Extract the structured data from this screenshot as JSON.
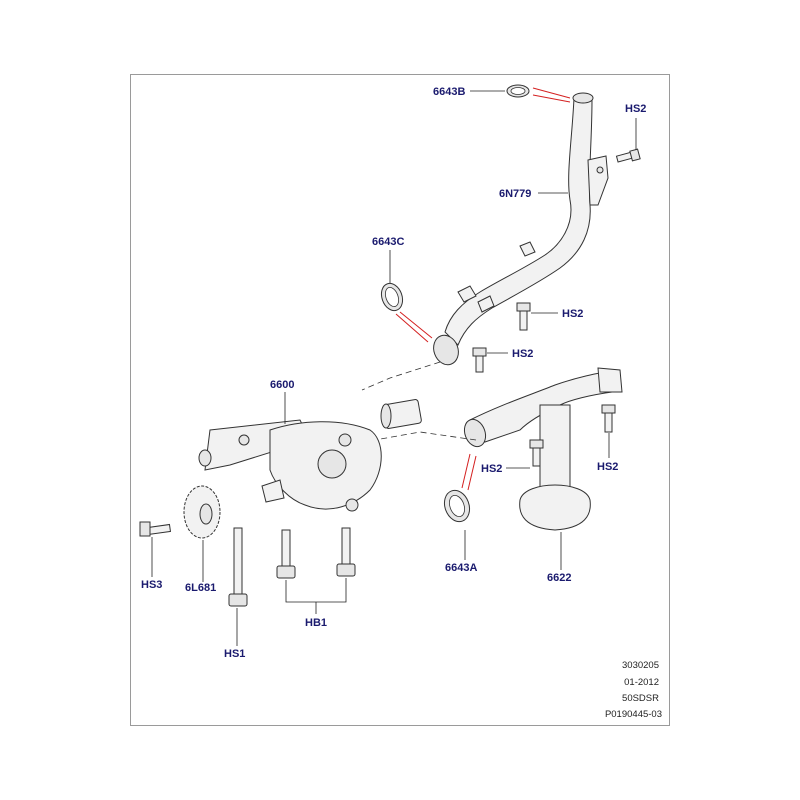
{
  "callouts": {
    "c6643B": "6643B",
    "hs2_top": "HS2",
    "c6N779": "6N779",
    "c6643C": "6643C",
    "hs2_mid1": "HS2",
    "hs2_mid2": "HS2",
    "c6600": "6600",
    "hs2_low1": "HS2",
    "hs2_low2": "HS2",
    "hs3": "HS3",
    "c6L681": "6L681",
    "c6643A": "6643A",
    "c6622": "6622",
    "hb1": "HB1",
    "hs1": "HS1"
  },
  "meta": {
    "line1": "3030205",
    "line2": "01-2012",
    "line3": "50SDSR",
    "line4": "P0190445-03"
  },
  "colors": {
    "callout": "#1a1a6e",
    "leader_highlight": "#d42020",
    "frame": "#9a9a9a"
  }
}
